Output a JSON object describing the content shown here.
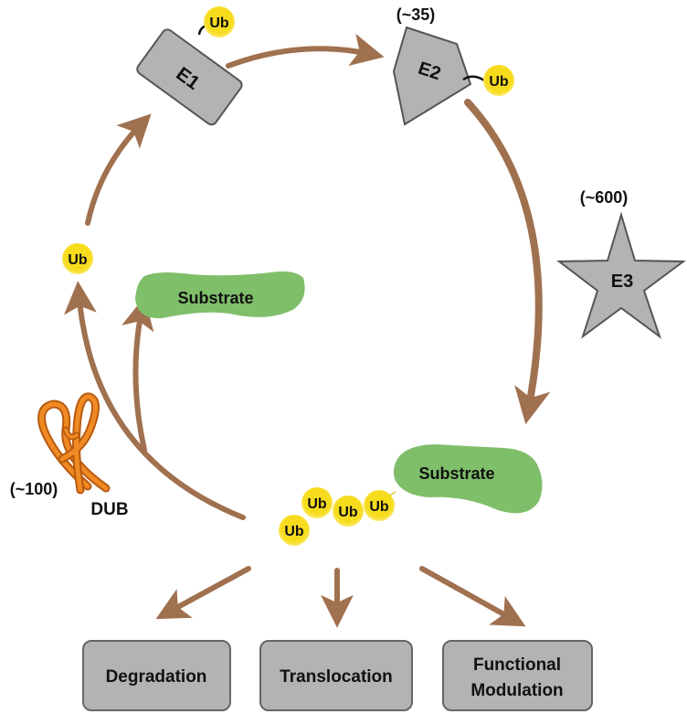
{
  "enzymes": {
    "e1": {
      "label": "E1"
    },
    "e2": {
      "label": "E2",
      "count": "(~35)"
    },
    "e3": {
      "label": "E3",
      "count": "(~600)"
    },
    "dub": {
      "label": "DUB",
      "count": "(~100)"
    }
  },
  "ubiquitin": {
    "label": "Ub"
  },
  "substrate": {
    "label": "Substrate"
  },
  "outcomes": [
    {
      "line1": "Degradation",
      "line2": ""
    },
    {
      "line1": "Translocation",
      "line2": ""
    },
    {
      "line1": "Functional",
      "line2": "Modulation"
    }
  ],
  "colors": {
    "arrow": "#a0714f",
    "enzyme_fill": "#b3b3b3",
    "enzyme_stroke": "#555555",
    "ub_fill": "#f7dc1e",
    "ub_glow": "#fbe96a",
    "substrate_fill": "#7fbf6a",
    "dub_fill": "#f08a24",
    "dub_stroke": "#b85a10"
  }
}
